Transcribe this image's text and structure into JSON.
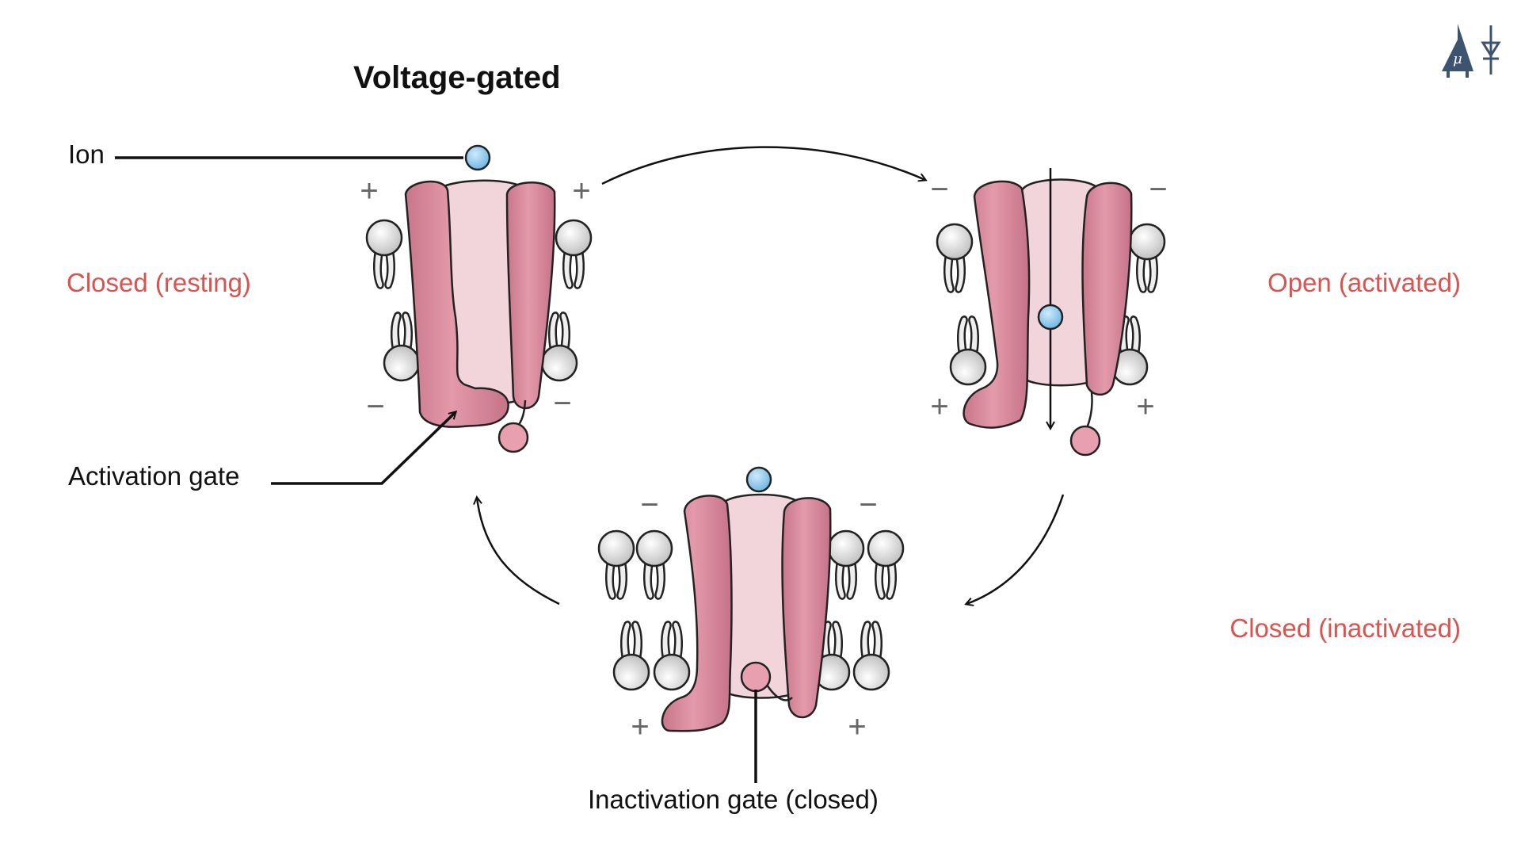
{
  "title": "Voltage-gated",
  "labels": {
    "ion": "Ion",
    "activation_gate": "Activation gate",
    "inactivation_gate": "Inactivation gate (closed)"
  },
  "states": {
    "resting": "Closed (resting)",
    "activated": "Open (activated)",
    "inactivated": "Closed (inactivated)"
  },
  "charges": {
    "plus": "+",
    "minus": "−"
  },
  "colors": {
    "state_label": "#d9534f",
    "protein": "#d9899b",
    "protein_dark": "#b8667a",
    "pore": "#f1d5da",
    "lipid": "#e2e2e2",
    "ion": "#8fcbee",
    "logo": "#3d5470"
  },
  "icons": [
    "logo-icon",
    "ion-icon",
    "lipid-icon"
  ]
}
